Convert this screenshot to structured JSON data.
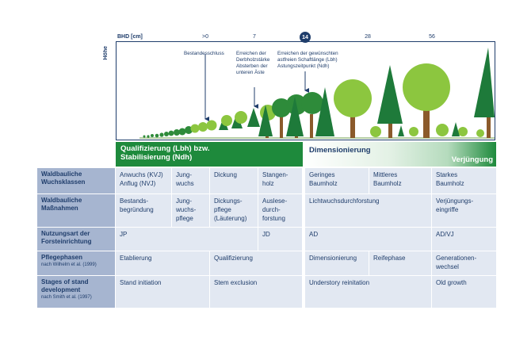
{
  "axis": {
    "x_label": "BHD [cm]",
    "y_label": "Höhe",
    "ticks": [
      {
        "label": ">0",
        "highlight": false
      },
      {
        "label": "7",
        "highlight": false
      },
      {
        "label": "14",
        "highlight": true
      },
      {
        "label": "28",
        "highlight": false
      },
      {
        "label": "56",
        "highlight": false
      }
    ]
  },
  "annotations": [
    {
      "text": "Bestandesschluss"
    },
    {
      "text": "Erreichen der\nDerbholzstärke\nAbsterben der\nunteren Äste"
    },
    {
      "text": "Erreichen der gewünschten\nastfreien Schaftlänge (Lbh)\nAstungszeitpunkt (Ndh)"
    }
  ],
  "phases": {
    "left": "Qualifizierung (Lbh) bzw.\nStabilisierung (Ndh)",
    "mid": "Dimensionierung",
    "right": "Verjüngung"
  },
  "rows": [
    {
      "header": "Waldbauliche\nWuchsklassen",
      "source": "",
      "cells": [
        "Anwuchs (KVJ)\nAnflug (NVJ)",
        "Jung-\nwuchs",
        "Dickung",
        "Stangen-\nholz",
        "Geringes\nBaumholz",
        "Mittleres\nBaumholz",
        "Starkes\nBaumholz"
      ]
    },
    {
      "header": "Waldbauliche\nMaßnahmen",
      "source": "",
      "cells": [
        "Bestands-\nbegründung",
        "Jung-\nwuchs-\npflege",
        "Dickungs-\npflege\n(Läuterung)",
        "Auslese-\ndurch-\nforstung",
        "Lichtwuchsdurchforstung",
        "Verjüngungs-\neingriffe"
      ]
    },
    {
      "header": "Nutzungsart der\nForsteinrichtung",
      "source": "",
      "cells": [
        "JP",
        "JD",
        "AD",
        "AD/VJ"
      ]
    },
    {
      "header": "Pflegephasen",
      "source": "nach Wilhelm et al. (1999)",
      "cells": [
        "Etablierung",
        "Qualifizierung",
        "Dimensionierung",
        "Reifephase",
        "Generationen-\nwechsel"
      ]
    },
    {
      "header": "Stages of stand\ndevelopment",
      "source": "nach Smith et al. (1997)",
      "cells": [
        "Stand initiation",
        "Stem exclusion",
        "Understory reinitation",
        "Old growth"
      ]
    }
  ],
  "colors": {
    "dark_green": "#1e8a3c",
    "navy": "#1f3d6b",
    "header_blue": "#a6b5d0",
    "cell_blue": "#e2e8f2"
  }
}
